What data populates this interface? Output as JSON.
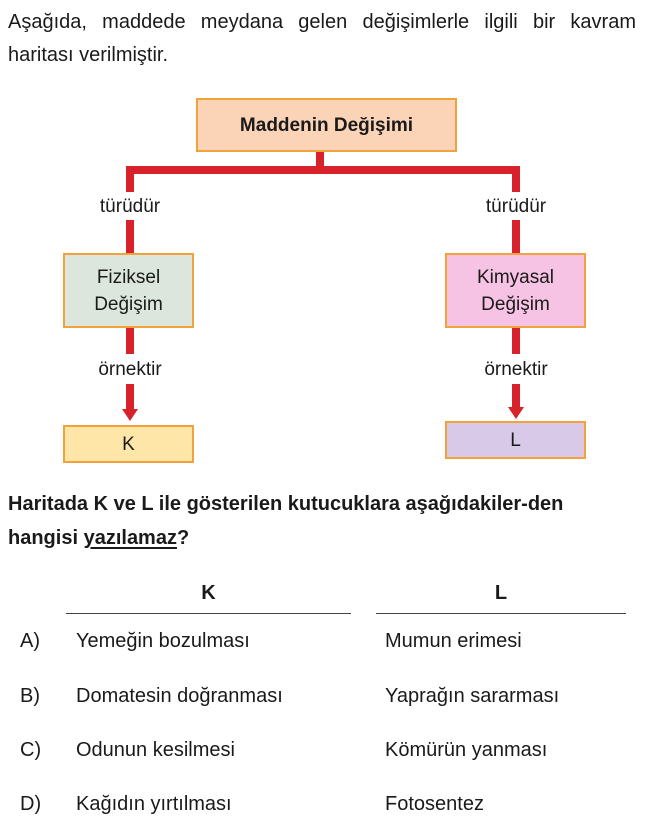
{
  "intro": "Aşağıda, maddede meydana gelen değişimlerle ilgili bir kavram haritası verilmiştir.",
  "diagram": {
    "root": "Maddenin Değişimi",
    "left": {
      "relation": "türüdür",
      "box": [
        "Fiziksel",
        "Değişim"
      ],
      "example_relation": "örnektir",
      "leaf": "K"
    },
    "right": {
      "relation": "türüdür",
      "box": [
        "Kimyasal",
        "Değişim"
      ],
      "example_relation": "örnektir",
      "leaf": "L"
    },
    "colors": {
      "line": "#d7222b",
      "border": "#f2a23a",
      "root_fill": "#fbd3b7",
      "physical_fill": "#dde6dd",
      "chemical_fill": "#f7c3e4",
      "k_fill": "#fde6a8",
      "l_fill": "#d8c9e8"
    }
  },
  "question": {
    "text_before": "Haritada K ve L ile gösterilen kutucuklara aşağıdakiler-den hangisi ",
    "underlined": "yazılamaz",
    "text_after": "?"
  },
  "table": {
    "header_k": "K",
    "header_l": "L",
    "options": [
      {
        "letter": "A)",
        "k": "Yemeğin bozulması",
        "l": "Mumun erimesi"
      },
      {
        "letter": "B)",
        "k": "Domatesin doğranması",
        "l": "Yaprağın sararması"
      },
      {
        "letter": "C)",
        "k": "Odunun kesilmesi",
        "l": "Kömürün yanması"
      },
      {
        "letter": "D)",
        "k": "Kağıdın yırtılması",
        "l": "Fotosentez"
      }
    ]
  }
}
